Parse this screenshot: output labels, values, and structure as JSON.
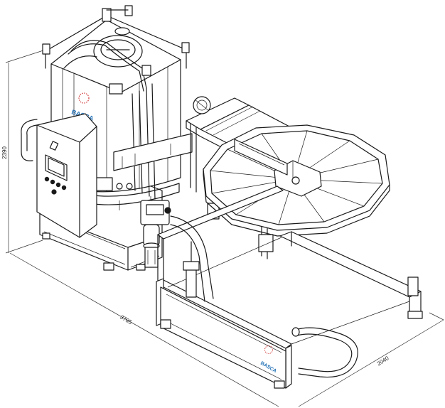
{
  "dimensions": {
    "height": "2390",
    "length": "3785",
    "width": "2040"
  },
  "branding": {
    "tank_logo": "BASCA",
    "frame_logo": "BASCA",
    "logo_color": "#1f6fb5",
    "dot_color": "#d23a3a"
  }
}
